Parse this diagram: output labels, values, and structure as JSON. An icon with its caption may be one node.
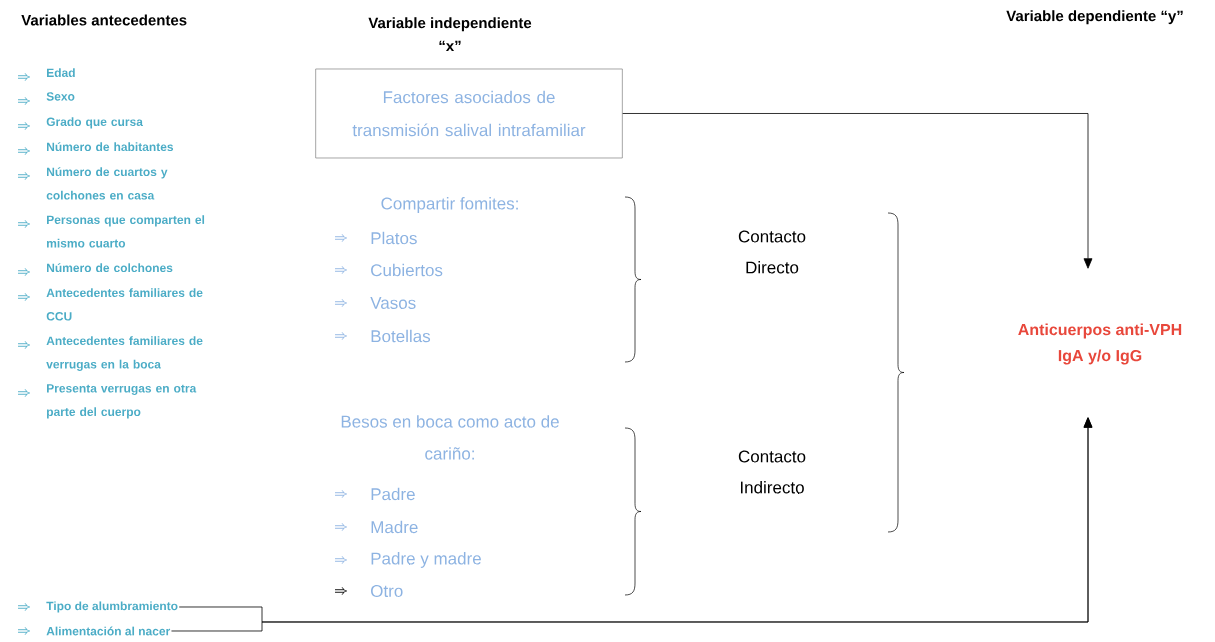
{
  "diagram": {
    "nodes": [
      {
        "text": [
          "Factores asociados de transmisión salival intrafamiliar"
        ]
      },
      {
        "text": [
          "Anticuerpos anti-VPH IgA y/o IgG"
        ]
      },
      {
        "text": [
          "Tipo de alumbramiento"
        ]
      },
      {
        "text": [
          "Alimentación al nacer"
        ]
      }
    ],
    "edges": [
      {
        "from": 0,
        "to": 1,
        "arrow": "to"
      },
      {
        "from": 2,
        "to": 1,
        "arrow": "to"
      },
      {
        "from": 3,
        "to": 1,
        "arrow": "to"
      }
    ],
    "labels": [
      "Variables antecedentes",
      "Variable independiente “x”",
      "Variable dependiente “y”",
      "Edad",
      "Sexo",
      "Grado que cursa",
      "Número de habitantes",
      "Número de cuartos y colchones en casa",
      "Personas que comparten el mismo cuarto",
      "Número de colchones",
      "Antecedentes familiares de CCU",
      "Antecedentes familiares de verrugas en la boca",
      "Presenta verrugas en otra parte del cuerpo",
      "Compartir fomites:",
      "Platos",
      "Cubiertos",
      "Vasos",
      "Botellas",
      "Contacto Directo",
      "Besos en boca como acto de cariño:",
      "Padre",
      "Madre",
      "Padre y madre",
      "Otro",
      "Contacto Indirecto"
    ]
  }
}
